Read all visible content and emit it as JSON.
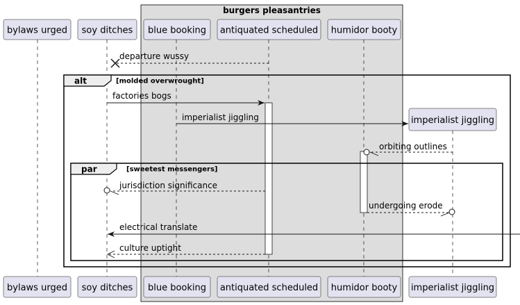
{
  "group_box": {
    "title": "burgers pleasantries"
  },
  "participants": [
    {
      "id": "bylaws",
      "label": "bylaws urged"
    },
    {
      "id": "soy",
      "label": "soy ditches"
    },
    {
      "id": "blue",
      "label": "blue booking"
    },
    {
      "id": "antiq",
      "label": "antiquated scheduled"
    },
    {
      "id": "humidor",
      "label": "humidor booty"
    },
    {
      "id": "imperialist",
      "label": "imperialist jiggling"
    }
  ],
  "frames": {
    "alt": {
      "keyword": "alt",
      "guard": "[molded overwrought]"
    },
    "par": {
      "keyword": "par",
      "guard": "[sweetest messengers]"
    }
  },
  "messages": [
    {
      "label": "departure wussy",
      "from": "antiq",
      "to": "soy",
      "style": "dashed",
      "end": "destroy"
    },
    {
      "label": "factories bogs",
      "from": "soy",
      "to": "antiq",
      "style": "solid",
      "end": "arrow"
    },
    {
      "label": "imperialist jiggling",
      "from": "blue",
      "to": "imperialist",
      "style": "solid",
      "end": "create"
    },
    {
      "label": "orbiting outlines",
      "from": "imperialist",
      "to": "humidor",
      "style": "dashed",
      "end": "circle"
    },
    {
      "label": "jurisdiction significance",
      "from": "antiq",
      "to": "soy",
      "style": "dashed",
      "end": "circle"
    },
    {
      "label": "undergoing erode",
      "from": "humidor",
      "to": "imperialist",
      "style": "dashed",
      "end": "circle"
    },
    {
      "label": "electrical translate",
      "from": "right-edge",
      "to": "soy",
      "style": "solid",
      "end": "arrow"
    },
    {
      "label": "culture uptight",
      "from": "antiq",
      "to": "soy",
      "style": "dashed",
      "end": "arrow"
    }
  ],
  "colors": {
    "participant_fill": "#e2e2f0",
    "participant_border": "#181818",
    "group_fill": "#dddddd",
    "lifeline": "#181818",
    "frame_tab_fill": "#eeeeee",
    "activation_fill": "#ffffff"
  }
}
